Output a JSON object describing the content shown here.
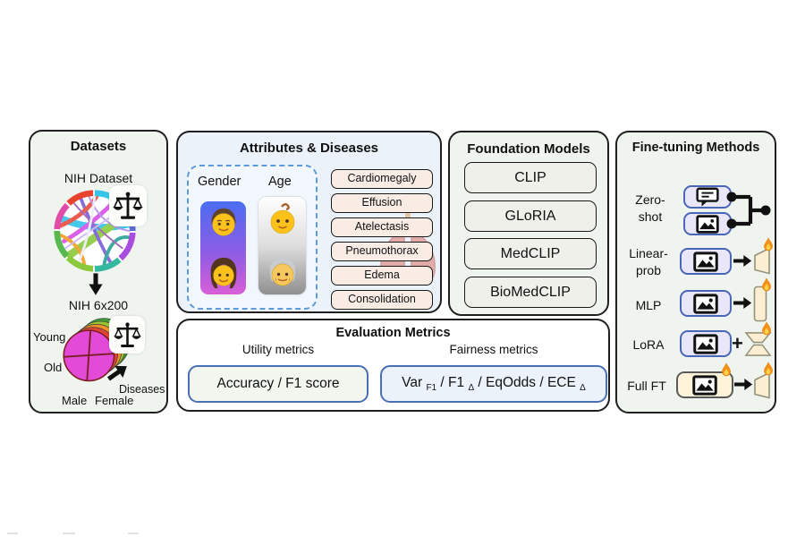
{
  "colors": {
    "panel_border": "#1f1f1f",
    "panel_bg": "#f0f4ee",
    "attributes_bg": "#ebf2fa",
    "dashed_border": "#5c9bd9",
    "disease_box_bg": "#f8ece5",
    "model_box_bg": "#eef0e9",
    "encoder_box_bg": "#e9e6f8",
    "encoder_box_border": "#4a66b8",
    "full_ft_box_bg": "#fdf3d8",
    "utility_box_bg": "#f2f6ee",
    "fairness_box_bg": "#ecf2fa",
    "metric_border": "#4a6fb5",
    "pie_main": "#e34ad8",
    "flame_orange": "#f59115"
  },
  "datasets": {
    "title": "Datasets",
    "source_label": "NIH Dataset",
    "subset_label": "NIH 6x200",
    "pie": {
      "row_top": "Young",
      "row_bottom": "Old",
      "col_left": "Male",
      "col_right": "Female",
      "depth_axis": "Diseases"
    }
  },
  "attributes": {
    "title": "Attributes & Diseases",
    "gender_label": "Gender",
    "age_label": "Age",
    "diseases": [
      "Cardiomegaly",
      "Effusion",
      "Atelectasis",
      "Pneumothorax",
      "Edema",
      "Consolidation"
    ]
  },
  "foundation": {
    "title": "Foundation Models",
    "models": [
      "CLIP",
      "GLoRIA",
      "MedCLIP",
      "BioMedCLIP"
    ]
  },
  "finetuning": {
    "title": "Fine-tuning Methods",
    "methods": [
      {
        "label": "Zero-\nshot"
      },
      {
        "label": "Linear-\nprob"
      },
      {
        "label": "MLP"
      },
      {
        "label": "LoRA"
      },
      {
        "label": "Full FT"
      }
    ],
    "plus_sign": "+"
  },
  "evaluation": {
    "title": "Evaluation Metrics",
    "utility_label": "Utility metrics",
    "fairness_label": "Fairness metrics",
    "utility_value": "Accuracy / F1 score",
    "fairness": {
      "p1": "Var ",
      "s1": "F1",
      "p2": " / F1 ",
      "s2": "Δ",
      "p3": " / EqOdds / ECE ",
      "s3": "Δ"
    }
  }
}
